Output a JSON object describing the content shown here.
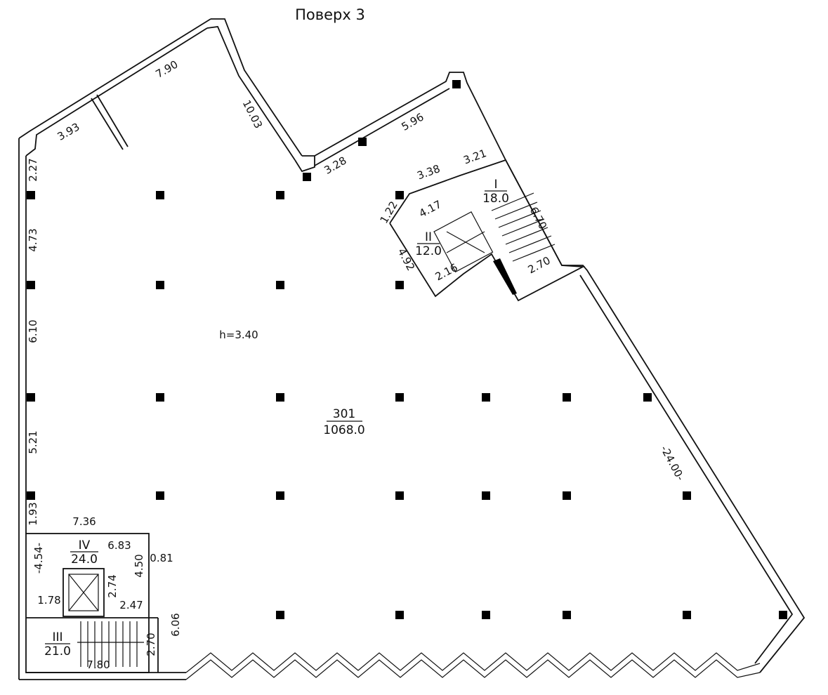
{
  "title": "Поверх 3",
  "ceiling_height": "h=3.40",
  "rooms": {
    "main": {
      "number": "301",
      "area": "1068.0"
    },
    "r1": {
      "number": "I",
      "area": "18.0"
    },
    "r2": {
      "number": "II",
      "area": "12.0"
    },
    "r3": {
      "number": "III",
      "area": "21.0"
    },
    "r4": {
      "number": "IV",
      "area": "24.0"
    }
  },
  "dimensions": {
    "d393": "3.93",
    "d790": "7.90",
    "d1003": "10.03",
    "d596": "5.96",
    "d328": "3.28",
    "d338": "3.38",
    "d321": "3.21",
    "d122": "1.22",
    "d417": "4.17",
    "d670": "6.70",
    "d492": "4.92",
    "d216": "2.16",
    "d270a": "2.70",
    "d227": "2.27",
    "d473": "4.73",
    "d610": "6.10",
    "d521": "5.21",
    "d193": "1.93",
    "d736": "7.36",
    "d683": "6.83",
    "d454": "-4.54-",
    "d450": "4.50",
    "d081": "0.81",
    "d274": "2.74",
    "d178": "1.78",
    "d247": "2.47",
    "d606": "6.06",
    "d270b": "2.70",
    "d780": "7.80",
    "d2400": "-24.00-"
  }
}
